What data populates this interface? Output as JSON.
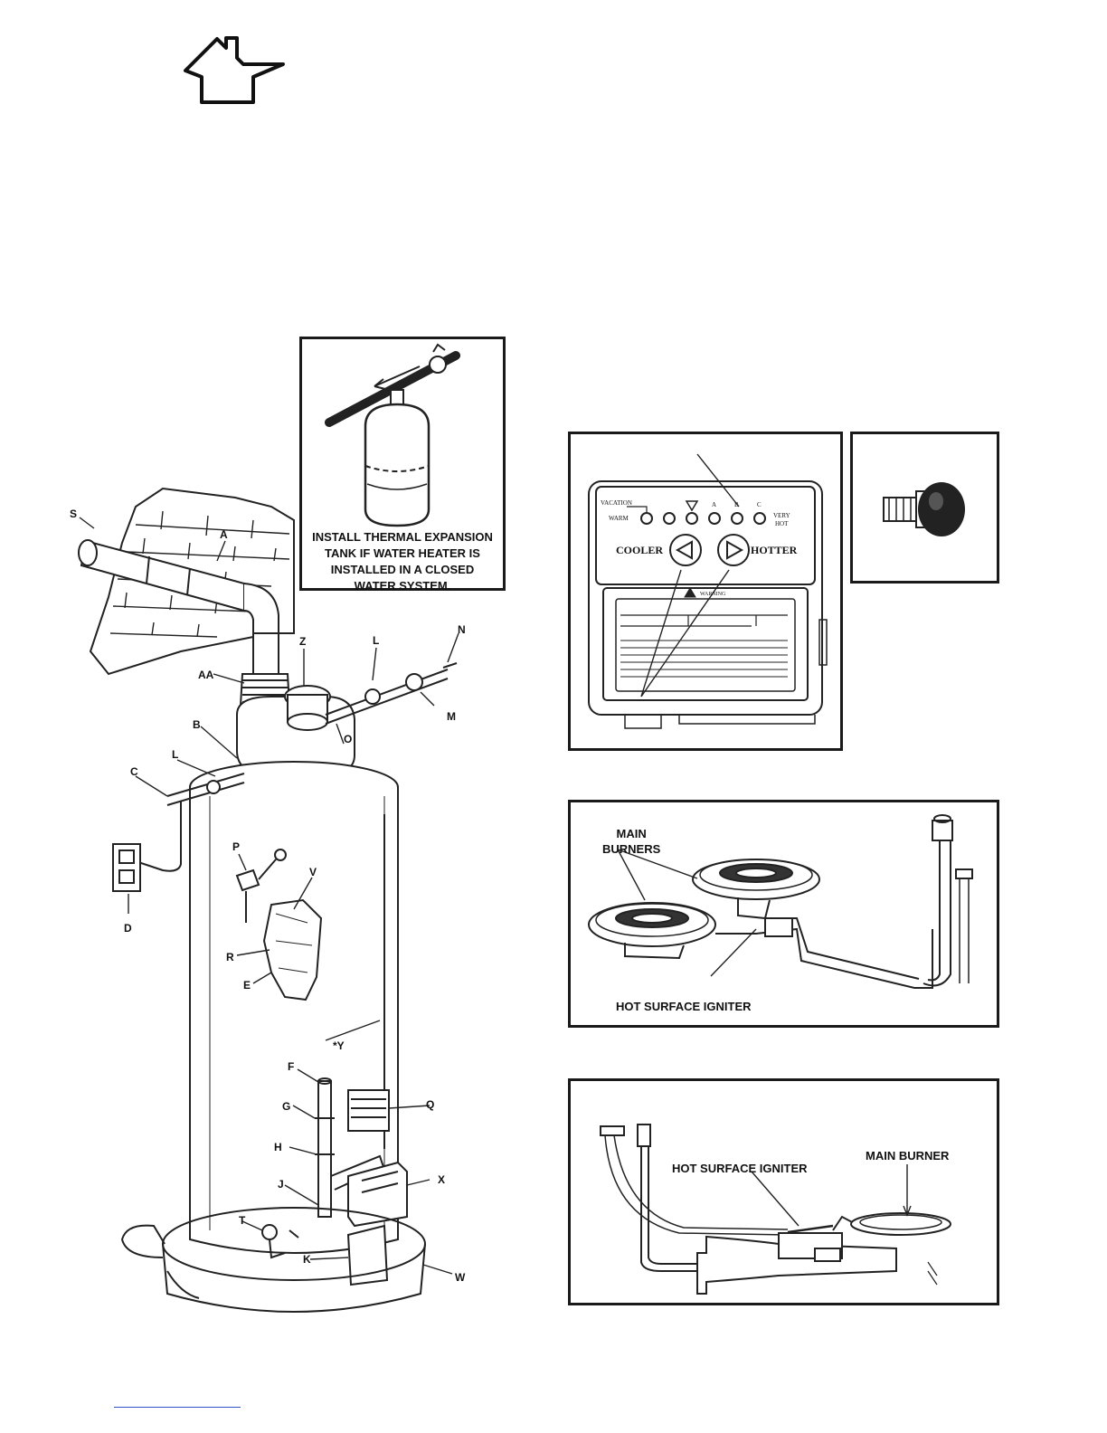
{
  "house_icon": "house-outline-icon",
  "expansion_tank_box": {
    "caption_lines": [
      "INSTALL THERMAL EXPANSION",
      "TANK IF WATER HEATER IS",
      "INSTALLED IN A CLOSED",
      "WATER SYSTEM."
    ]
  },
  "heater_labels": {
    "S": "S",
    "A": "A",
    "Z": "Z",
    "L_top": "L",
    "N": "N",
    "AA": "AA",
    "M": "M",
    "B": "B",
    "O": "O",
    "L_left": "L",
    "C": "C",
    "P": "P",
    "V": "V",
    "D": "D",
    "R": "R",
    "E": "E",
    "Y": "*Y",
    "F": "F",
    "Q": "Q",
    "G": "G",
    "H": "H",
    "X": "X",
    "J": "J",
    "T": "T",
    "K": "K",
    "W": "W"
  },
  "control_panel": {
    "indicator_labels": [
      "VACATION",
      "WARM",
      "A",
      "B",
      "C",
      "VERY",
      "HOT"
    ],
    "cooler_label": "COOLER",
    "hotter_label": "HOTTER",
    "warning_label": "WARNING"
  },
  "burner_box_1": {
    "main_burners_lines": [
      "MAIN",
      "BURNERS"
    ],
    "igniter_label": "HOT SURFACE IGNITER"
  },
  "burner_box_2": {
    "igniter_label": "HOT SURFACE IGNITER",
    "main_burner_label": "MAIN BURNER"
  }
}
